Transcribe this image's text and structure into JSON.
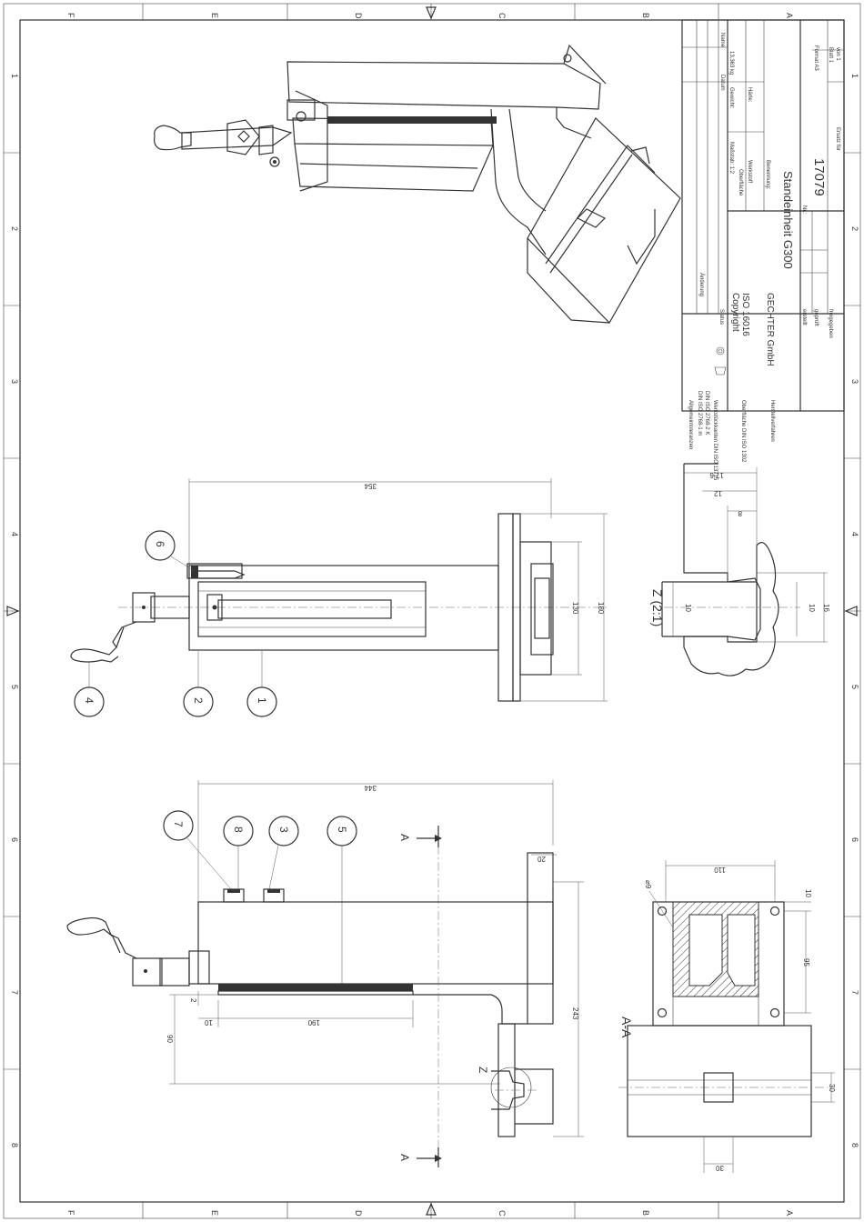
{
  "frame": {
    "columns_top": [
      "F",
      "E",
      "D",
      "C",
      "B",
      "A"
    ],
    "columns_bottom": [
      "F",
      "E",
      "D",
      "C",
      "B",
      "A"
    ],
    "rows_left": [
      "1",
      "2",
      "3",
      "4",
      "5",
      "6",
      "7",
      "8"
    ],
    "rows_right": [
      "1",
      "2",
      "3",
      "4",
      "5",
      "6",
      "7",
      "8"
    ]
  },
  "title_block": {
    "title": "Standeinheit G300",
    "drawing_number": "17079",
    "company": "GECHTER GmbH",
    "copyright_line1": "Copyright",
    "copyright_line2": "ISO 16016",
    "general_tolerances": "Allgemeintoleranzen",
    "tolerance_line1": "DIN ISO 2768-1 m",
    "tolerance_line2": "DIN ISO 2768-2 K",
    "surface_note": "Werkstückkanten DIN ISO 13715",
    "surface_iso": "Oberfläche DIN ISO 1302",
    "manufacturing": "Herstellverfahren",
    "scale_label": "Maßstab: 1:2",
    "weight_label": "Gewicht:",
    "weight_value": "13,363 kg",
    "surface_label": "Oberfläche",
    "material_label": "Werkstoff",
    "designation_label": "Benennung:",
    "hardness_label": "Härte:",
    "status_label": "Status",
    "change_label": "Änderung",
    "date_label": "Datum",
    "name_label": "Name",
    "created_label": "erstellt",
    "checked_label": "geprüft",
    "released_label": "freigegeben",
    "sheet_label": "Blatt 1",
    "sheets_label": "von 1",
    "format_label": "Format A3",
    "replaces_label": "Ersatz für",
    "nr_label": "Nr.:"
  },
  "view_front": {
    "dim_total": "354",
    "dim_130": "130",
    "dim_180": "180",
    "balloons": [
      "6",
      "4",
      "2",
      "1"
    ]
  },
  "view_side": {
    "dim_total": "344",
    "dim_20": "20",
    "dim_243": "243",
    "dim_190": "190",
    "dim_10": "10",
    "dim_2": "2",
    "dim_90": "90",
    "section_letter_top": "A",
    "section_letter_bottom": "A",
    "detail_letter": "Z",
    "balloons": [
      "7",
      "8",
      "3",
      "5"
    ]
  },
  "view_detail": {
    "title": "Z (2:1)",
    "dim_17_6": "17,6",
    "dim_12": "12",
    "dim_8": "8",
    "dim_10a": "10",
    "dim_10b": "10",
    "dim_16": "16"
  },
  "view_section": {
    "title": "A-A",
    "dim_110": "110",
    "dim_95": "95",
    "dim_10": "10",
    "dim_phi": "⌀9",
    "dim_30a": "30",
    "dim_30b": "30"
  }
}
